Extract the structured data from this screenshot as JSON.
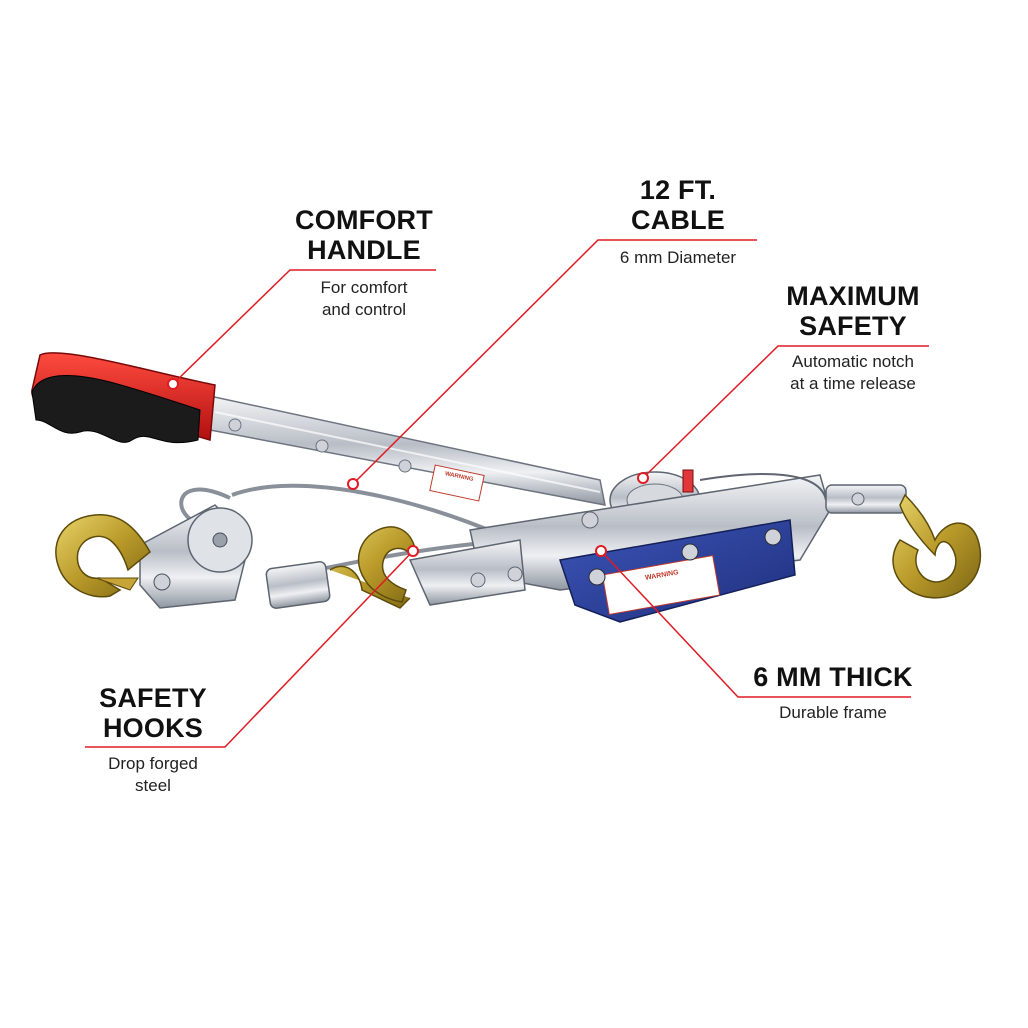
{
  "accent_color": "#e01b24",
  "callouts": {
    "comfort_handle": {
      "title": [
        "COMFORT",
        "HANDLE"
      ],
      "subtitle": [
        "For comfort",
        "and control"
      ]
    },
    "cable": {
      "title": [
        "12 FT.",
        "CABLE"
      ],
      "subtitle": [
        "6 mm Diameter"
      ]
    },
    "maximum_safety": {
      "title": [
        "MAXIMUM",
        "SAFETY"
      ],
      "subtitle": [
        "Automatic notch",
        "at a time release"
      ]
    },
    "thick_frame": {
      "title": [
        "6 MM THICK"
      ],
      "subtitle": [
        "Durable frame"
      ]
    },
    "safety_hooks": {
      "title": [
        "SAFETY",
        "HOOKS"
      ],
      "subtitle": [
        "Drop forged",
        "steel"
      ]
    }
  },
  "product_label_text": [
    "WARNING",
    "WARNING"
  ]
}
